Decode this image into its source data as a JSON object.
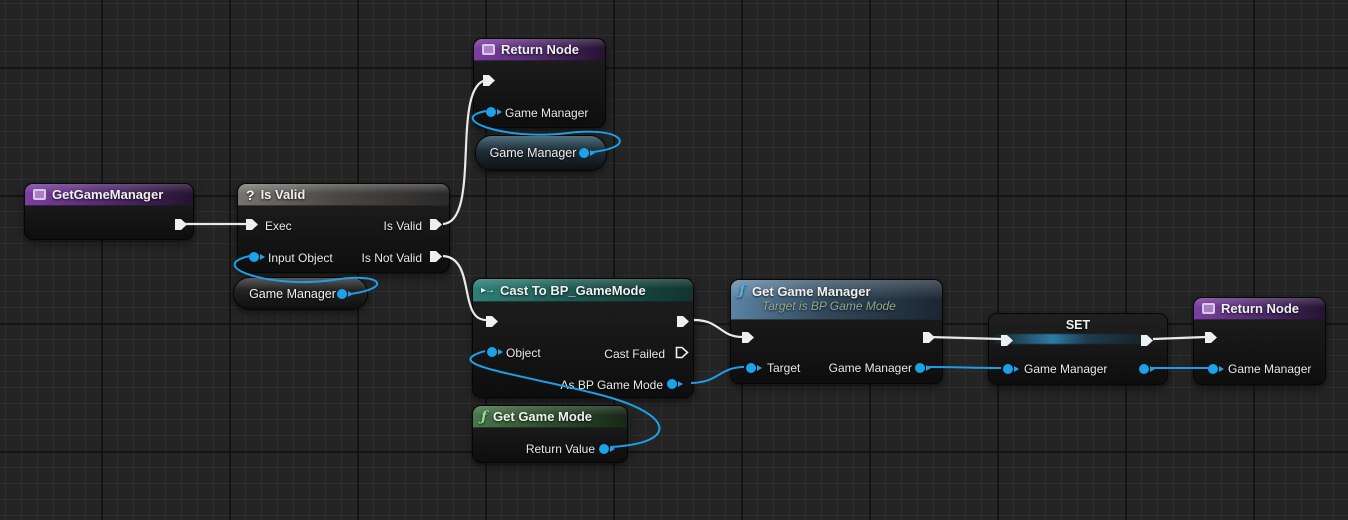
{
  "colors": {
    "background": "#242424",
    "exec_wire": "#e9e9e9",
    "data_wire": "#1d9fe8",
    "pin_data": "#1da2e8",
    "header_purple": "#7b3fa2",
    "header_gray": "#77746f",
    "header_teal": "#2e8077",
    "header_green": "#49784a",
    "header_steel_blue": "#5e87a8",
    "subtitle_text": "#98a78d",
    "function_icon_blue": "#4fb3e8",
    "function_icon_green": "#9fd49a"
  },
  "icons": {
    "is_valid": "?",
    "cast": "▸→",
    "function": "ƒ"
  },
  "nodes": {
    "get_game_manager_macro": {
      "title": "GetGameManager"
    },
    "is_valid": {
      "title": "Is Valid",
      "pins": {
        "exec_in": "Exec",
        "input_object": "Input Object",
        "is_valid_out": "Is Valid",
        "is_not_valid_out": "Is Not Valid"
      }
    },
    "game_manager_var_1": {
      "label": "Game Manager"
    },
    "return_node_top": {
      "title": "Return Node",
      "pins": {
        "game_manager_in": "Game Manager"
      }
    },
    "game_manager_var_2": {
      "label": "Game Manager"
    },
    "cast_to_bp_gamemode": {
      "title": "Cast To BP_GameMode",
      "pins": {
        "object_in": "Object",
        "cast_failed_out": "Cast Failed",
        "as_bp_game_mode_out": "As BP Game Mode"
      }
    },
    "get_game_mode": {
      "title": "Get Game Mode",
      "pins": {
        "return_value_out": "Return Value"
      }
    },
    "get_game_manager_fn": {
      "title": "Get Game Manager",
      "subtitle": "Target is BP Game Mode",
      "pins": {
        "target_in": "Target",
        "game_manager_out": "Game Manager"
      }
    },
    "set_game_manager": {
      "title": "SET",
      "pins": {
        "game_manager_in": "Game Manager"
      }
    },
    "return_node_right": {
      "title": "Return Node",
      "pins": {
        "game_manager_in": "Game Manager"
      }
    }
  }
}
